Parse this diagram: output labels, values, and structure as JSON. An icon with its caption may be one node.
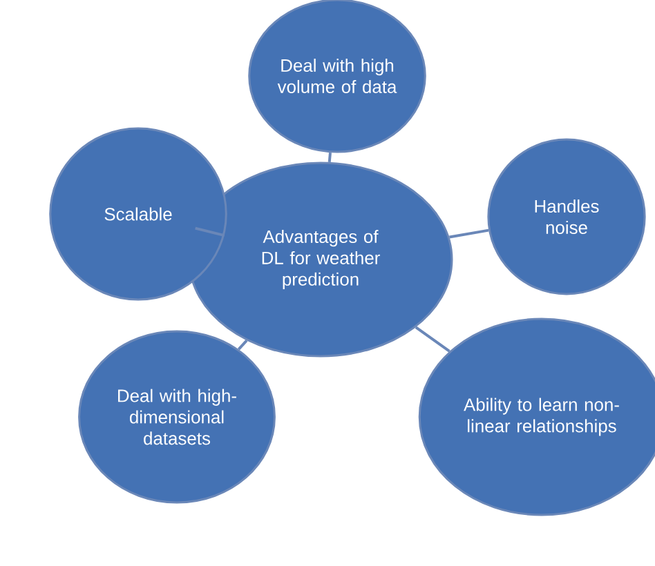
{
  "diagram": {
    "nodes": [
      {
        "text": [
          "Advantages of DL for weather prediction"
        ]
      },
      {
        "text": [
          "Deal with high volume of data"
        ]
      },
      {
        "text": [
          "Handles noise"
        ]
      },
      {
        "text": [
          "Ability to learn non-linear relationships"
        ]
      },
      {
        "text": [
          "Deal with high-dimensional datasets"
        ]
      },
      {
        "text": [
          "Scalable"
        ]
      }
    ],
    "edges": [
      {
        "from": 0,
        "to": 1,
        "arrow": "none"
      },
      {
        "from": 0,
        "to": 2,
        "arrow": "none"
      },
      {
        "from": 0,
        "to": 3,
        "arrow": "none"
      },
      {
        "from": 0,
        "to": 4,
        "arrow": "none"
      },
      {
        "from": 0,
        "to": 5,
        "arrow": "none"
      }
    ]
  }
}
